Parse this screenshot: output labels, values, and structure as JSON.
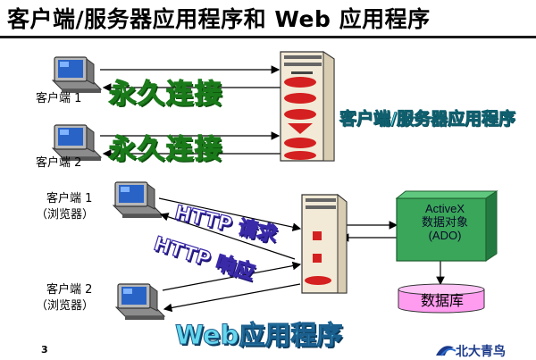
{
  "title": "客户端/服务器应用程序和 Web 应用程序",
  "clients_top": [
    {
      "label": "客户端 1"
    },
    {
      "label": "客户端 2"
    }
  ],
  "clients_bottom": [
    {
      "label_line1": "客户端 1",
      "label_line2": "（浏览器）"
    },
    {
      "label_line1": "客户端 2",
      "label_line2": "（浏览器）"
    }
  ],
  "persistent_connection": "永久连接",
  "cs_app_label": "客户端/服务器应用程序",
  "http_request": "HTTP 请求",
  "http_response": "HTTP 响应",
  "activex": {
    "line1": "ActiveX",
    "line2": "数据对象",
    "line3": "(ADO)"
  },
  "database": "数据库",
  "web_app_label": "Web应用程序",
  "page_number": "3",
  "logo_text": "北大青鸟",
  "colors": {
    "server_beige": "#f2ead6",
    "server_red": "#d42020",
    "activex_box": "#3aa65a",
    "database": "#ff9cf0",
    "connection_text_outline": "#1a7a1a",
    "http_text_outline": "#3a2aa8"
  }
}
